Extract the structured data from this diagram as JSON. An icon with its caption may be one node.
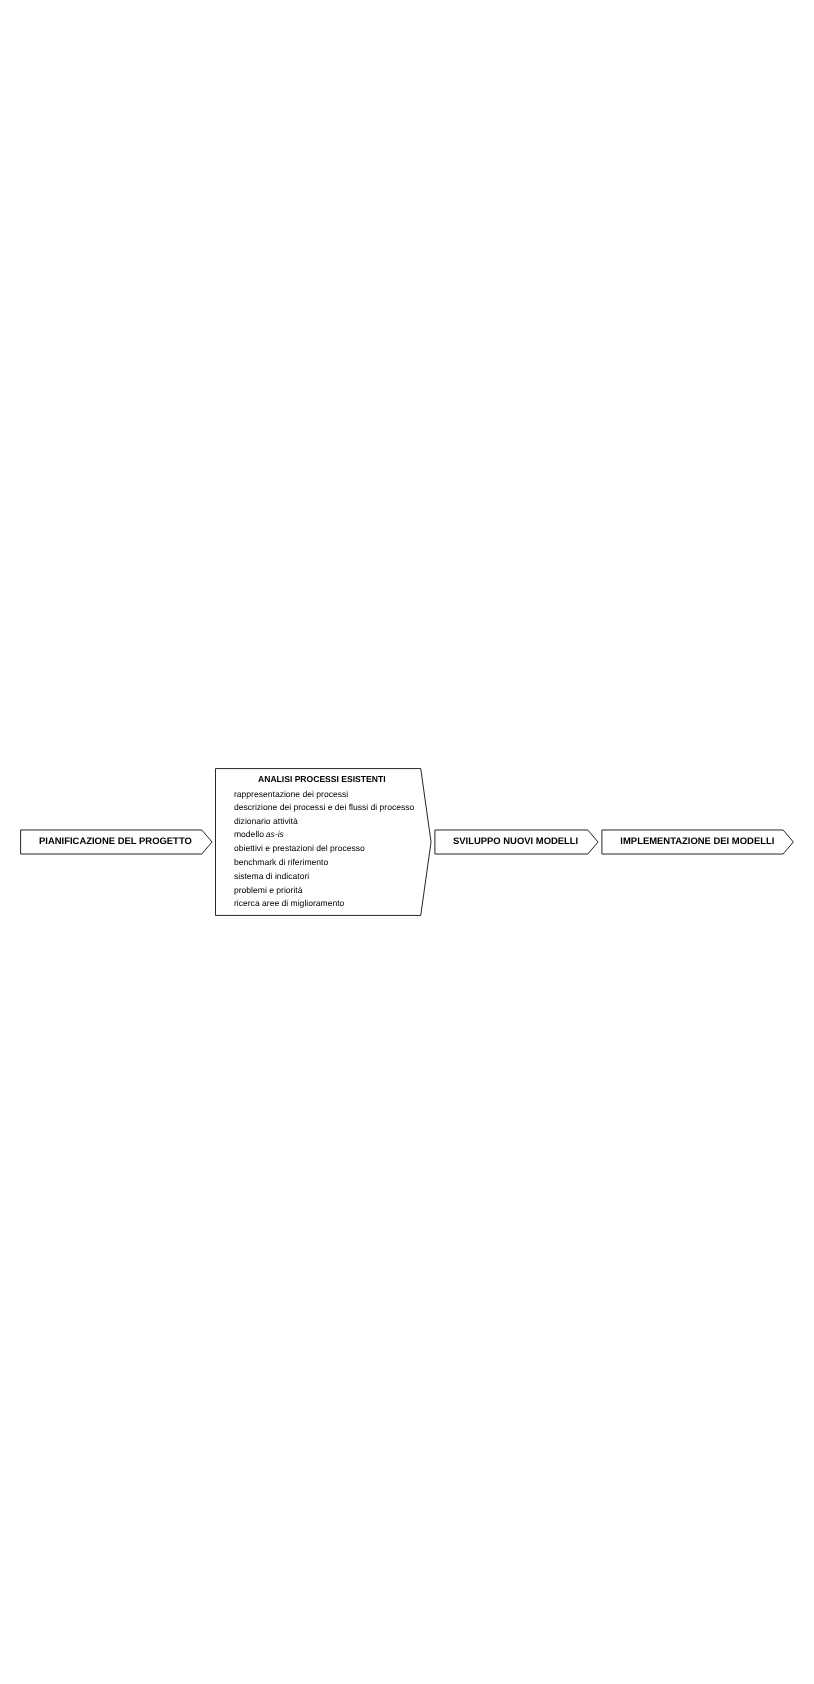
{
  "diagram": {
    "nodes": [
      {
        "text": [
          "PIANIFICAZIONE DEL PROGETTO"
        ]
      },
      {
        "text": [
          "ANALISI PROCESSI ESISTENTI",
          "rappresentazione dei processi",
          "descrizione dei processi e dei flussi di processo",
          "dizionario attività",
          "modello *as-is*",
          "obiettivi e prestazioni del processo",
          "benchmark di riferimento",
          "sistema di indicatori",
          "problemi e priorità",
          "ricerca aree di miglioramento"
        ]
      },
      {
        "text": [
          "SVILUPPO NUOVI MODELLI"
        ]
      },
      {
        "text": [
          "IMPLEMENTAZIONE DEI MODELLI"
        ]
      }
    ],
    "edges": []
  }
}
